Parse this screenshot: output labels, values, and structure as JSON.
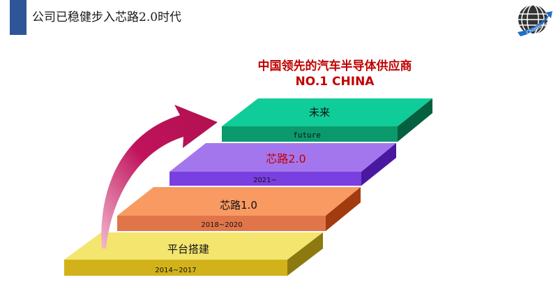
{
  "header": {
    "title": "公司已稳健步入芯路2.0时代",
    "logo_text": "ChipWays"
  },
  "headline": {
    "line1": "中国领先的汽车半导体供应商",
    "line2": "NO.1 CHINA"
  },
  "steps": [
    {
      "label": "平台搭建",
      "years": "2014~2017",
      "color": "#f1e16a"
    },
    {
      "label": "芯路1.0",
      "years": "2018~2020",
      "color": "#f79a62"
    },
    {
      "label": "芯路2.0",
      "years": "2021~",
      "color": "#9b6fe6"
    },
    {
      "label": "未来",
      "years": "future",
      "color": "#0fc896"
    }
  ],
  "colors": {
    "arrow": "#c0135c",
    "accent_text": "#c00000",
    "title_bar": "#2e5597"
  }
}
